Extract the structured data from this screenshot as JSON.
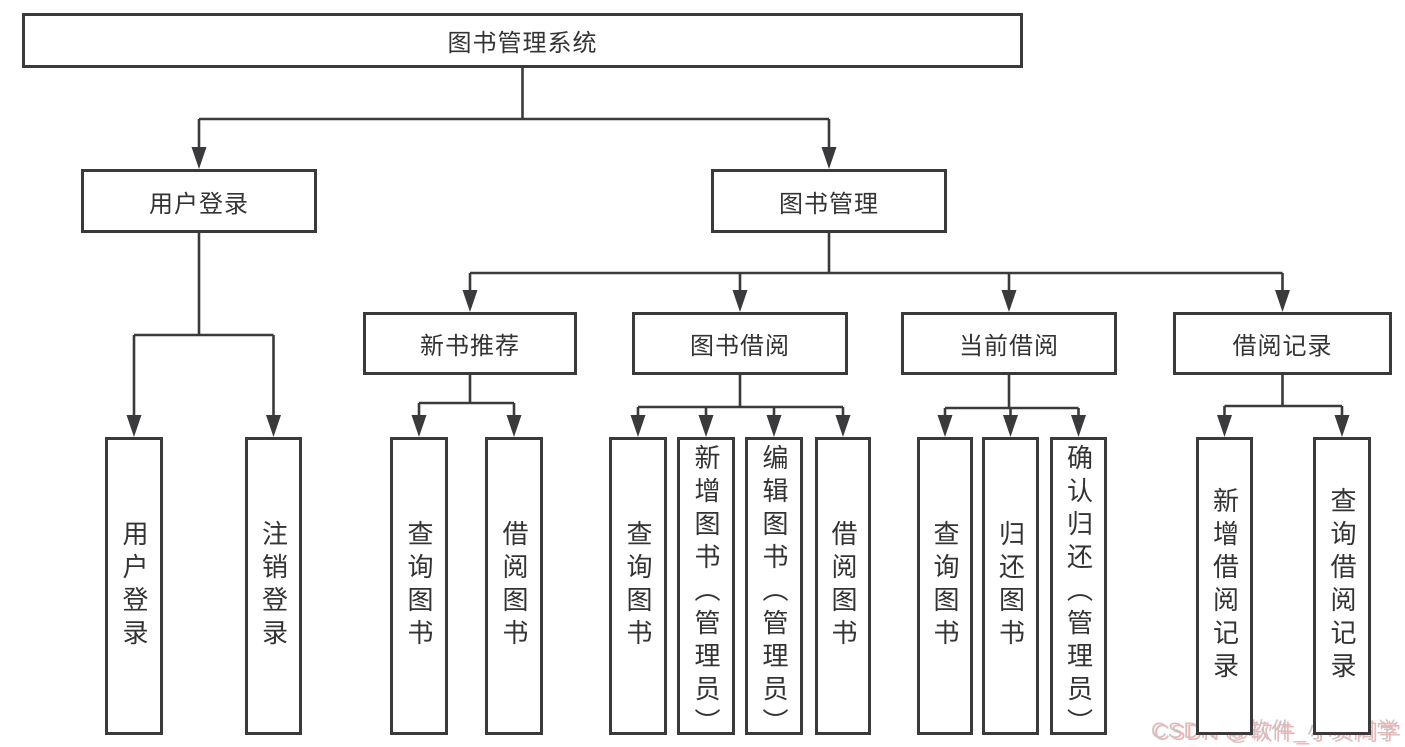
{
  "nodes": [
    {
      "id": "root",
      "label": "图书管理系统"
    },
    {
      "id": "user-login",
      "label": "用户登录"
    },
    {
      "id": "book-mgmt",
      "label": "图书管理"
    },
    {
      "id": "new-book-rec",
      "label": "新书推荐"
    },
    {
      "id": "book-borrow",
      "label": "图书借阅"
    },
    {
      "id": "current-borrow",
      "label": "当前借阅"
    },
    {
      "id": "borrow-records",
      "label": "借阅记录"
    },
    {
      "id": "user-login-action",
      "label": "用户登录"
    },
    {
      "id": "logout-action",
      "label": "注销登录"
    },
    {
      "id": "nbr-query-book",
      "label": "查询图书"
    },
    {
      "id": "nbr-borrow-book",
      "label": "借阅图书"
    },
    {
      "id": "bb-query-book",
      "label": "查询图书"
    },
    {
      "id": "bb-add-book-admin",
      "label": "新增图书（管理员）"
    },
    {
      "id": "bb-edit-book-admin",
      "label": "编辑图书（管理员）"
    },
    {
      "id": "bb-borrow-book",
      "label": "借阅图书"
    },
    {
      "id": "cb-query-book",
      "label": "查询图书"
    },
    {
      "id": "cb-return-book",
      "label": "归还图书"
    },
    {
      "id": "cb-confirm-return-admin",
      "label": "确认归还（管理员）"
    },
    {
      "id": "br-add-record",
      "label": "新增借阅记录"
    },
    {
      "id": "br-query-record",
      "label": "查询借阅记录"
    }
  ],
  "tree": [
    {
      "parent": "root",
      "children": [
        "user-login",
        "book-mgmt"
      ]
    },
    {
      "parent": "user-login",
      "children": [
        "user-login-action",
        "logout-action"
      ]
    },
    {
      "parent": "book-mgmt",
      "children": [
        "new-book-rec",
        "book-borrow",
        "current-borrow",
        "borrow-records"
      ]
    },
    {
      "parent": "new-book-rec",
      "children": [
        "nbr-query-book",
        "nbr-borrow-book"
      ]
    },
    {
      "parent": "book-borrow",
      "children": [
        "bb-query-book",
        "bb-add-book-admin",
        "bb-edit-book-admin",
        "bb-borrow-book"
      ]
    },
    {
      "parent": "current-borrow",
      "children": [
        "cb-query-book",
        "cb-return-book",
        "cb-confirm-return-admin"
      ]
    },
    {
      "parent": "borrow-records",
      "children": [
        "br-add-record",
        "br-query-record"
      ]
    }
  ],
  "watermark": {
    "text": "CSDN @软件_小贺同学"
  },
  "colors": {
    "line": "#3a3a3c",
    "text": "#333333",
    "background": "#ffffff",
    "watermark_gray": "#c6c6c6",
    "watermark_shadow": "#fcaeae"
  }
}
